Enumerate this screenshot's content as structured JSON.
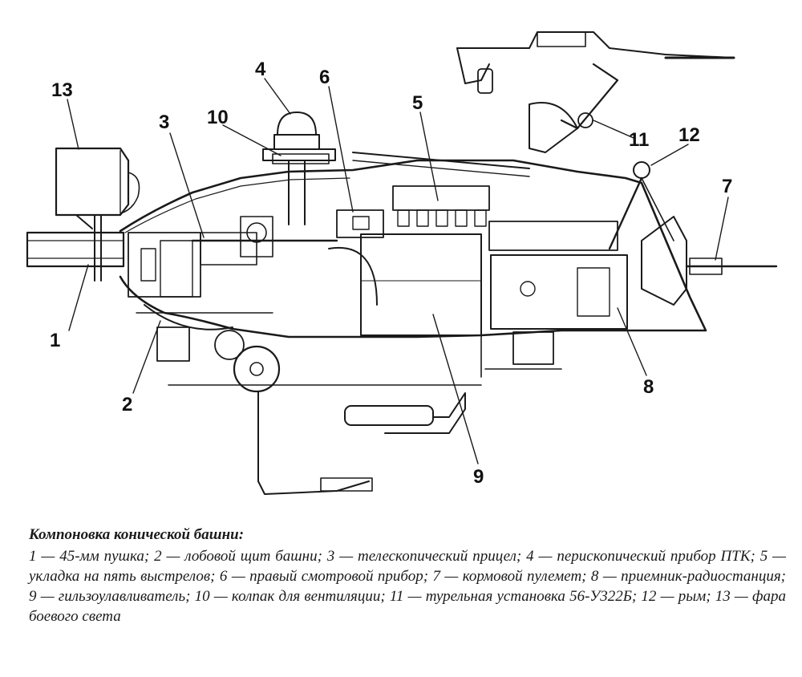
{
  "figure": {
    "callouts": [
      "1",
      "2",
      "3",
      "4",
      "5",
      "6",
      "7",
      "8",
      "9",
      "10",
      "11",
      "12",
      "13"
    ]
  },
  "caption": {
    "title": "Компоновка конической башни:",
    "body": "1 — 45-мм пушка; 2 — лобовой щит башни; 3 — телескопический прицел; 4 — перископический прибор ПТК; 5 — укладка на пять выстрелов; 6 — правый смотровой прибор; 7 — кормовой пулемет; 8 — приемник-радиостанция; 9 — гильзоулавливатель; 10 — колпак для вентиляции; 11 — турельная установка 56-У322Б; 12 — рым; 13 — фара боевого света"
  },
  "colors": {
    "ink": "#1a1a1a",
    "paper": "#ffffff"
  }
}
